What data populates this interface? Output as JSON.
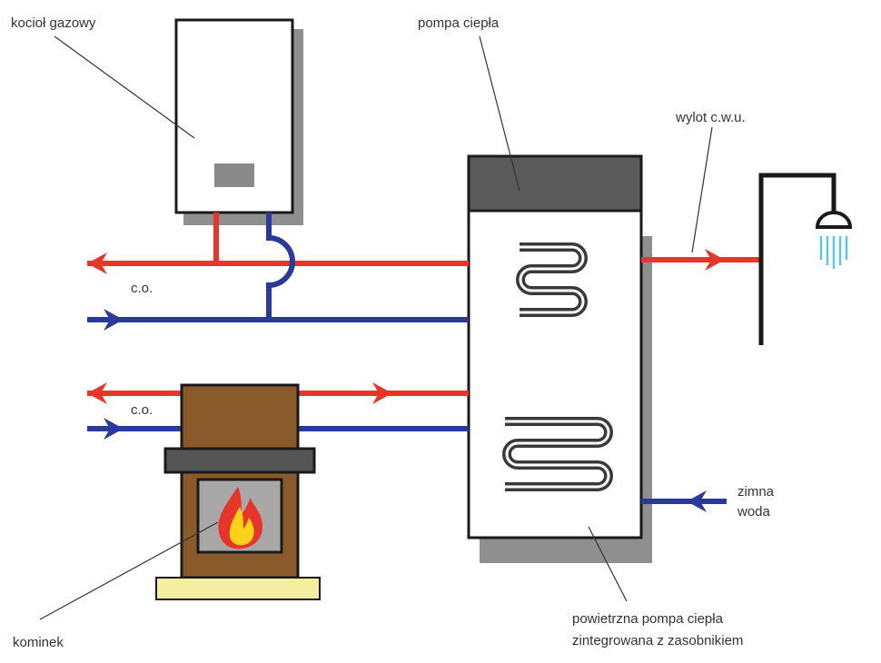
{
  "labels": {
    "gas_boiler": "kocioł gazowy",
    "heat_pump": "pompa ciepła",
    "hot_water_outlet": "wylot c.w.u.",
    "co_top": "c.o.",
    "co_bottom": "c.o.",
    "cold_water_line1": "zimna",
    "cold_water_line2": "woda",
    "fireplace": "kominek",
    "air_heat_pump_line1": "powietrzna pompa ciepła",
    "air_heat_pump_line2": "zintegrowana z zasobnikiem"
  },
  "colors": {
    "hot_pipe": "#e8352a",
    "cold_pipe": "#2a3a9a",
    "coil": "#3a3a3a",
    "shadow": "#8f8f8f",
    "tank_top": "#5a5a5a",
    "boiler_display": "#8a8a8a",
    "fireplace_body": "#8b5a2b",
    "fireplace_mantle": "#555555",
    "fireplace_base": "#f5eda0",
    "fire_outer": "#e8352a",
    "fire_inner": "#ffd21a",
    "shower_water": "#5fc6e0"
  },
  "icons": [
    "arrow-left-icon",
    "arrow-right-icon",
    "shower-icon",
    "flame-icon"
  ]
}
